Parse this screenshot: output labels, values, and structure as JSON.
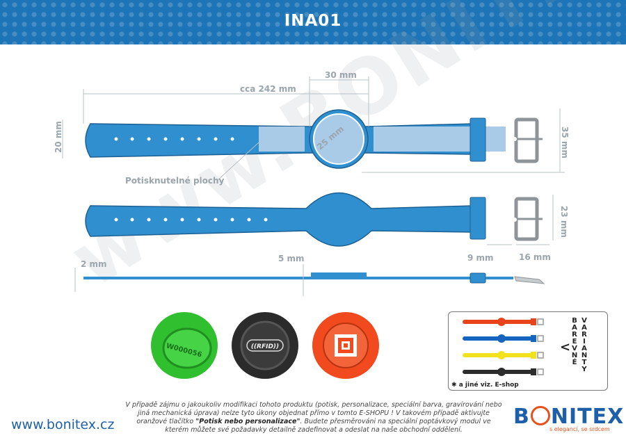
{
  "header": {
    "title": "INA01"
  },
  "dimensions": {
    "total_length": "cca 242 mm",
    "dial_width": "30 mm",
    "dial_inner": "25 mm",
    "band_height": "20 mm",
    "buckle_height": "35 mm",
    "buckle_width_side": "23 mm",
    "thickness": "2 mm",
    "dial_thickness": "5 mm",
    "loop_width": "9 mm",
    "buckle_length": "16 mm",
    "print_area_label": "Potisknutelné plochy"
  },
  "watermark": {
    "text": "www.BONITEX.cz"
  },
  "thumbnails": [
    {
      "name": "green",
      "text": "W000056"
    },
    {
      "name": "black",
      "text": "((RFID))"
    },
    {
      "name": "red",
      "text": ""
    }
  ],
  "variants": {
    "title_left": "BAREVNÉ",
    "title_right": "VARIANTY",
    "arrow": "<",
    "note": "a jiné viz. E-shop",
    "colors": [
      "#e8431b",
      "#1565c0",
      "#f2e21b",
      "#2c2c2c"
    ]
  },
  "footer": {
    "url": "www.bonitex.cz",
    "text_before": "V případě zájmu o jakoukoliv modifikaci tohoto produktu (potisk, personalizace, speciální barva, gravírování nebo jiná mechanická úprava) nelze tyto úkony objednat přímo v tomto E-SHOPU ! V takovém případě aktivujte oranžové tlačítko",
    "text_button": "\"Potisk nebo personalizace\"",
    "text_after": ". Budete přesměrováni na speciální poptávkový modul ve kterém můžete své požadavky detailně zadefinovat a odeslat na naše obchodní oddělení.",
    "logo_b": "B",
    "logo_rest": "NITEX",
    "slogan": "s elegancí, se srdcem"
  },
  "colors": {
    "brand_blue": "#1d74b6",
    "band_blue": "#2f8fcf",
    "accent_orange": "#e8511c"
  }
}
